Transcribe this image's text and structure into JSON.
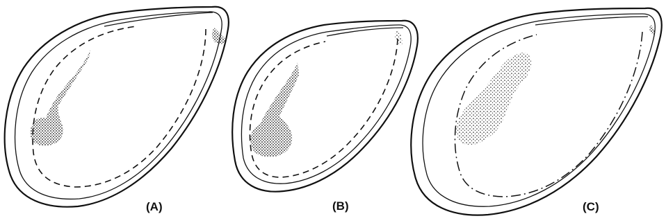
{
  "figure": {
    "labels": {
      "a": "(A)",
      "b": "(B)",
      "c": "(C)"
    }
  },
  "colors": {
    "ink": "#111111",
    "background": "#ffffff"
  }
}
